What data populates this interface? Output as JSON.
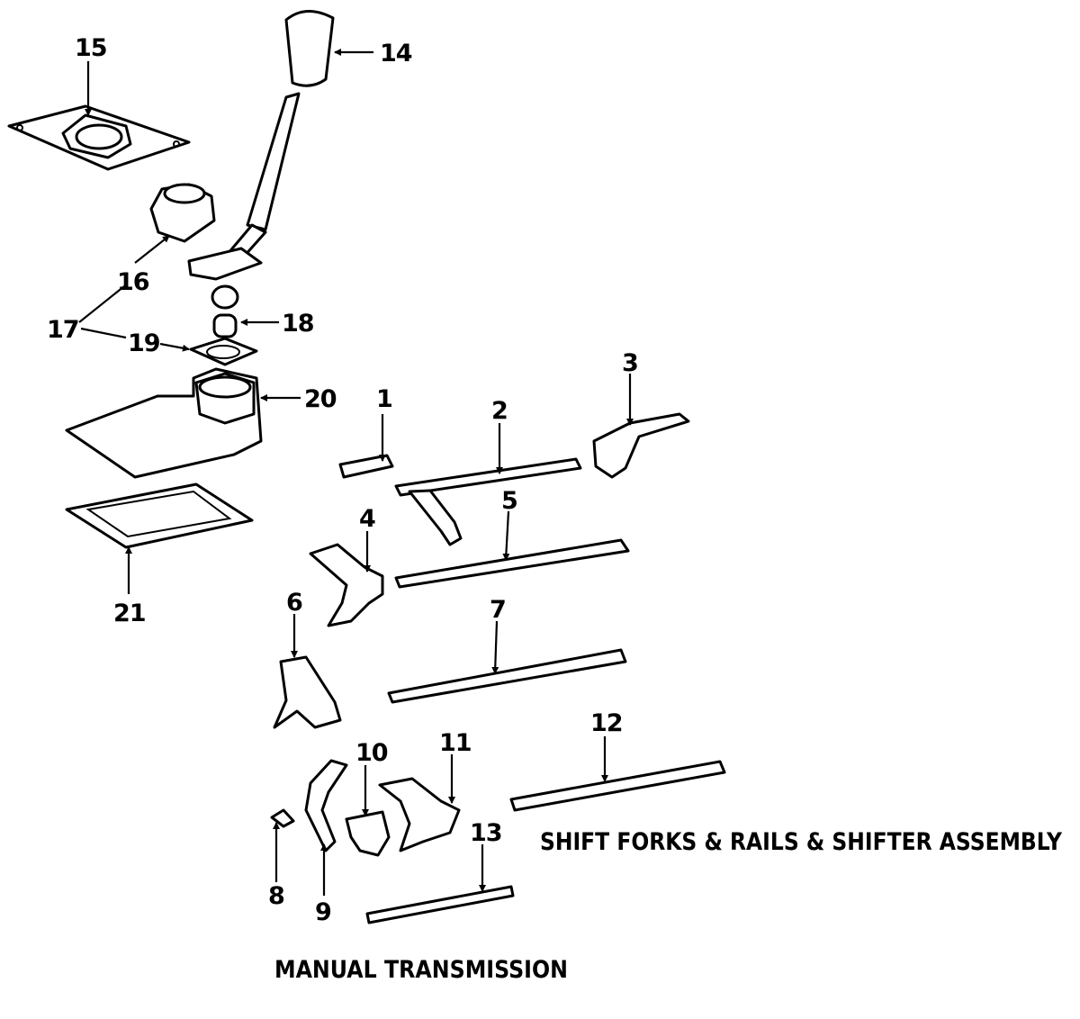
{
  "colors": {
    "ink": "#000000",
    "paper": "#ffffff"
  },
  "callouts": {
    "c1": "1",
    "c2": "2",
    "c3": "3",
    "c4": "4",
    "c5": "5",
    "c6": "6",
    "c7": "7",
    "c8": "8",
    "c9": "9",
    "c10": "10",
    "c11": "11",
    "c12": "12",
    "c13": "13",
    "c14": "14",
    "c15": "15",
    "c16": "16",
    "c17": "17",
    "c18": "18",
    "c19": "19",
    "c20": "20",
    "c21": "21"
  },
  "captions": {
    "section": "SHIFT FORKS & RAILS & SHIFTER ASSEMBLY",
    "title": "MANUAL TRANSMISSION"
  }
}
